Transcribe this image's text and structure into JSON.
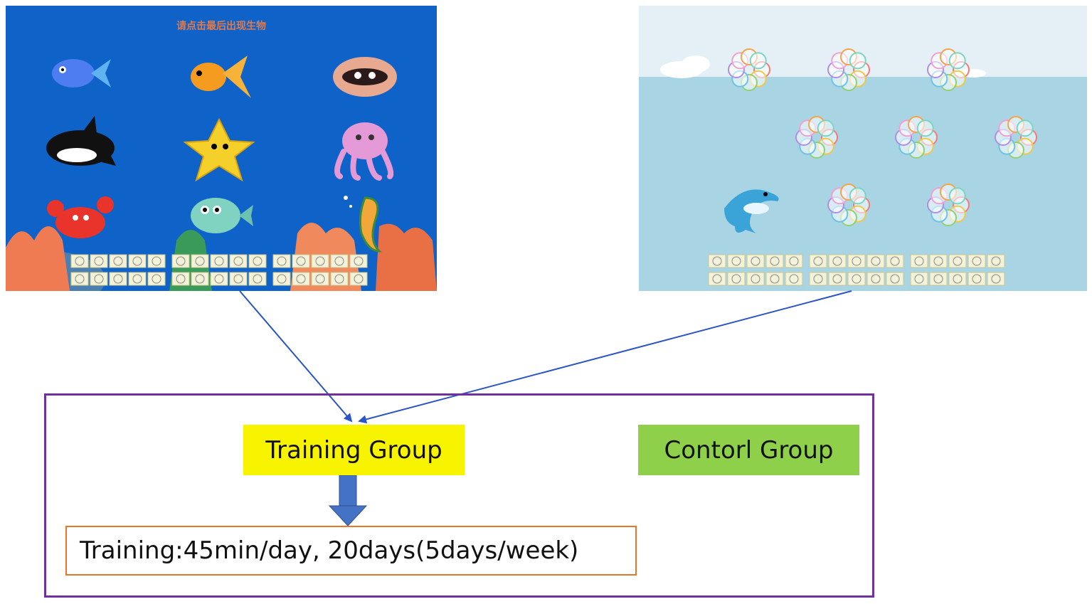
{
  "screens": {
    "training": {
      "prompt": "请点击最后出现生物",
      "creatures": [
        "fish-icon",
        "goldfish-icon",
        "clam-icon",
        "orca-icon",
        "starfish-icon",
        "octopus-icon",
        "crab-icon",
        "pufferfish-icon",
        "seahorse-icon"
      ],
      "background_color": "#0e62c8"
    },
    "control": {
      "flower_count": 8,
      "creatures": [
        "dolphin-icon",
        "flower-icon"
      ],
      "background_color": "#a9d4e4"
    }
  },
  "groups": {
    "training_label": "Training Group",
    "control_label": "Contorl Group",
    "training_color": "#f8f400",
    "control_color": "#8ed04a"
  },
  "schedule": {
    "text": "Training:45min/day, 20days(5days/week)"
  },
  "colors": {
    "frame": "#7030a0",
    "arrow": "#2a55c7",
    "schedule_border": "#e8762a",
    "down_arrow": "#4472c4"
  }
}
